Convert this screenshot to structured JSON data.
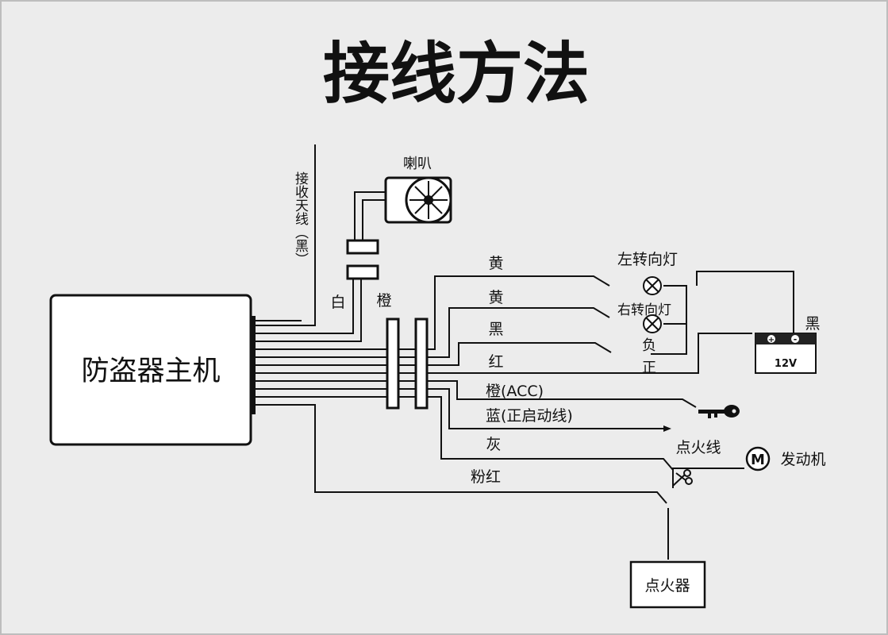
{
  "title": "接线方法",
  "main_unit": "防盗器主机",
  "antenna": "接收天线（黑）",
  "horn": "喇叭",
  "horn_wires": {
    "white": "白",
    "orange": "橙"
  },
  "wires": {
    "yellow_1": "黄",
    "yellow_2": "黄",
    "black": "黑",
    "red": "红",
    "orange_acc": "橙(ACC)",
    "blue": "蓝(正启动线)",
    "grey": "灰",
    "pink": "粉红"
  },
  "left_lamp": "左转向灯",
  "right_lamp": "右转向灯",
  "negative": "负",
  "positive": "正",
  "battery_black": "黑",
  "battery_voltage": "12V",
  "battery_plus": "+",
  "battery_minus": "-",
  "ignition_wire": "点火线",
  "motor_symbol": "M",
  "engine": "发动机",
  "igniter": "点火器"
}
